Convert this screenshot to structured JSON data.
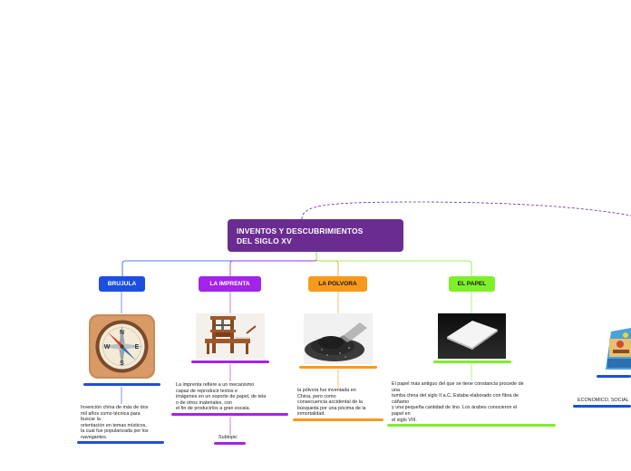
{
  "colors": {
    "central": "#6a2c91",
    "brujula": "#1c4fe0",
    "imprenta": "#a423e8",
    "polvora": "#f79a1c",
    "papel": "#7ef02a",
    "economico": "#1c4fe0",
    "dashed_link": "#6a2c91"
  },
  "central": {
    "line1": "INVENTOS Y DESCUBRIMIENTOS",
    "line2": "DEL SIGLO XV"
  },
  "topics": {
    "brujula": {
      "label": "BRUJULA",
      "image_icon": "compass-icon",
      "compass_letters": {
        "n": "N",
        "s": "S",
        "e": "E",
        "w": "W"
      },
      "note": "Invención china de más de dos\nmil años como técnica para\nbuscar la\norientación en temas místicos,\nla cual fue popularizada por los\nnavegantes."
    },
    "imprenta": {
      "label": "LA IMPRENTA",
      "image_icon": "printing-press-icon",
      "note": "La imprenta refiere a un mecanismo\ncapaz de reproducir textos e\nimágenes en un soporte de papel, de tela\no de otros materiales, con\nel fin de producirlos a gran escala.",
      "subtopic": "Subtopic"
    },
    "polvora": {
      "label": "LA POLVORA",
      "image_icon": "gunpowder-icon",
      "note": "la pólvora fue inventada en\nChina, pero como\nconsecuencia accidental de la\nbúsqueda por una pócima de la\ninmortalidad."
    },
    "papel": {
      "label": "EL PAPEL",
      "image_icon": "paper-stack-icon",
      "note": "El papel más antiguo del que se tiene constancia procede de\nuna\ntumba china del siglo II a.C. Estaba elaborado con fibra de\ncáñamo\ny una pequeña cantidad de lino. Los árabes conocieron el\npapel en\nel siglo VIII."
    },
    "economico": {
      "label": "ECONOMICO, SOCIAL",
      "image_icon": "illustration-icon"
    }
  }
}
